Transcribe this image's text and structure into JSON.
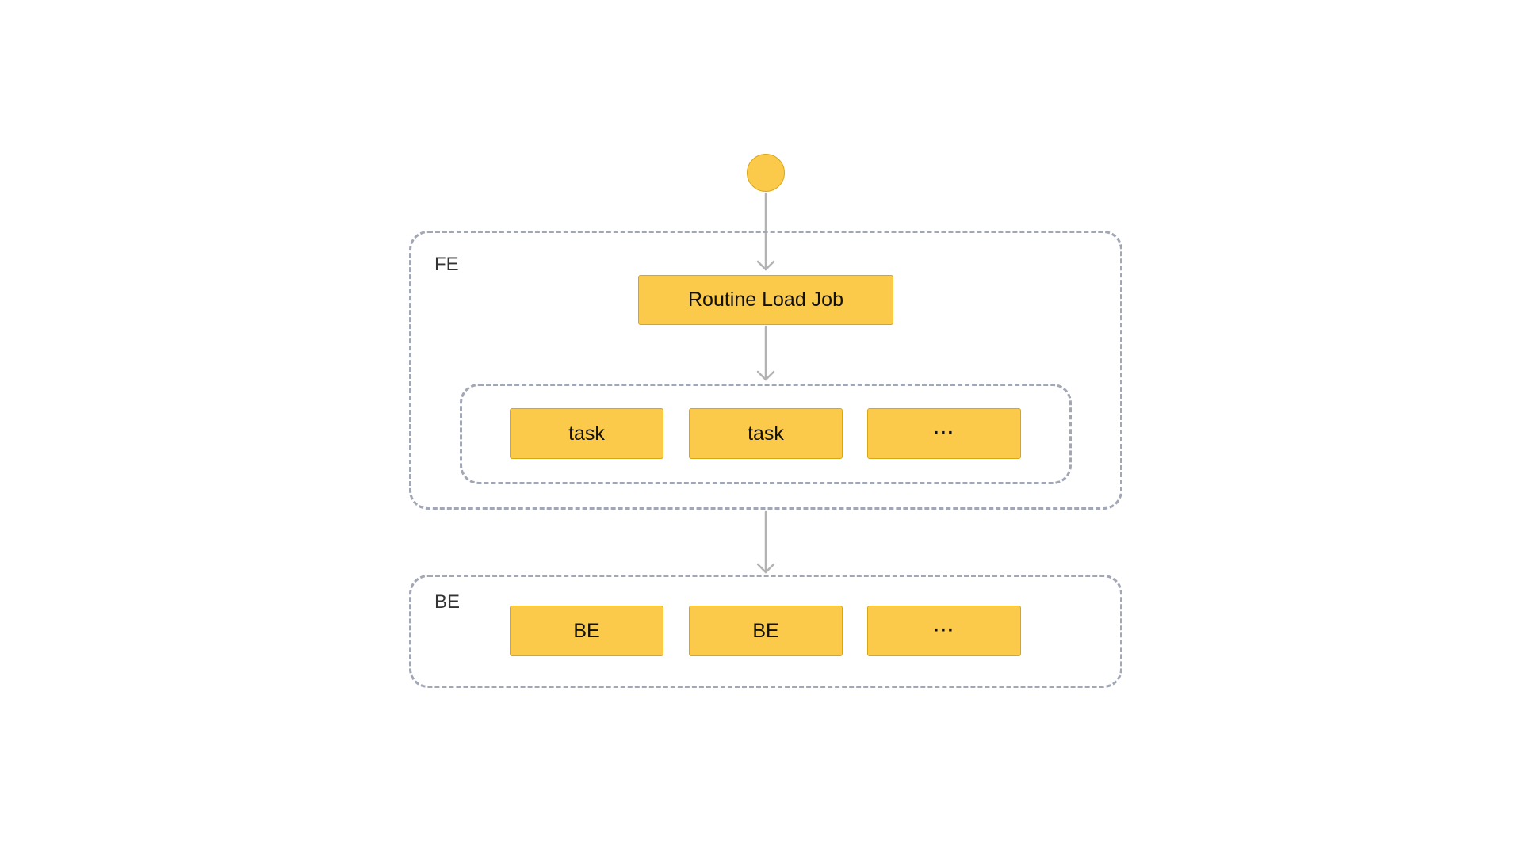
{
  "diagram": {
    "fe_group": {
      "label": "FE"
    },
    "job": {
      "label": "Routine Load Job"
    },
    "tasks": [
      {
        "label": "task"
      },
      {
        "label": "task"
      },
      {
        "label": "···"
      }
    ],
    "be_group": {
      "label": "BE"
    },
    "backends": [
      {
        "label": "BE"
      },
      {
        "label": "BE"
      },
      {
        "label": "···"
      }
    ],
    "colors": {
      "node_fill": "#fcca4b",
      "node_border": "#d9a614",
      "group_border": "#a2a7b5",
      "connector": "#b3b3b3"
    }
  }
}
